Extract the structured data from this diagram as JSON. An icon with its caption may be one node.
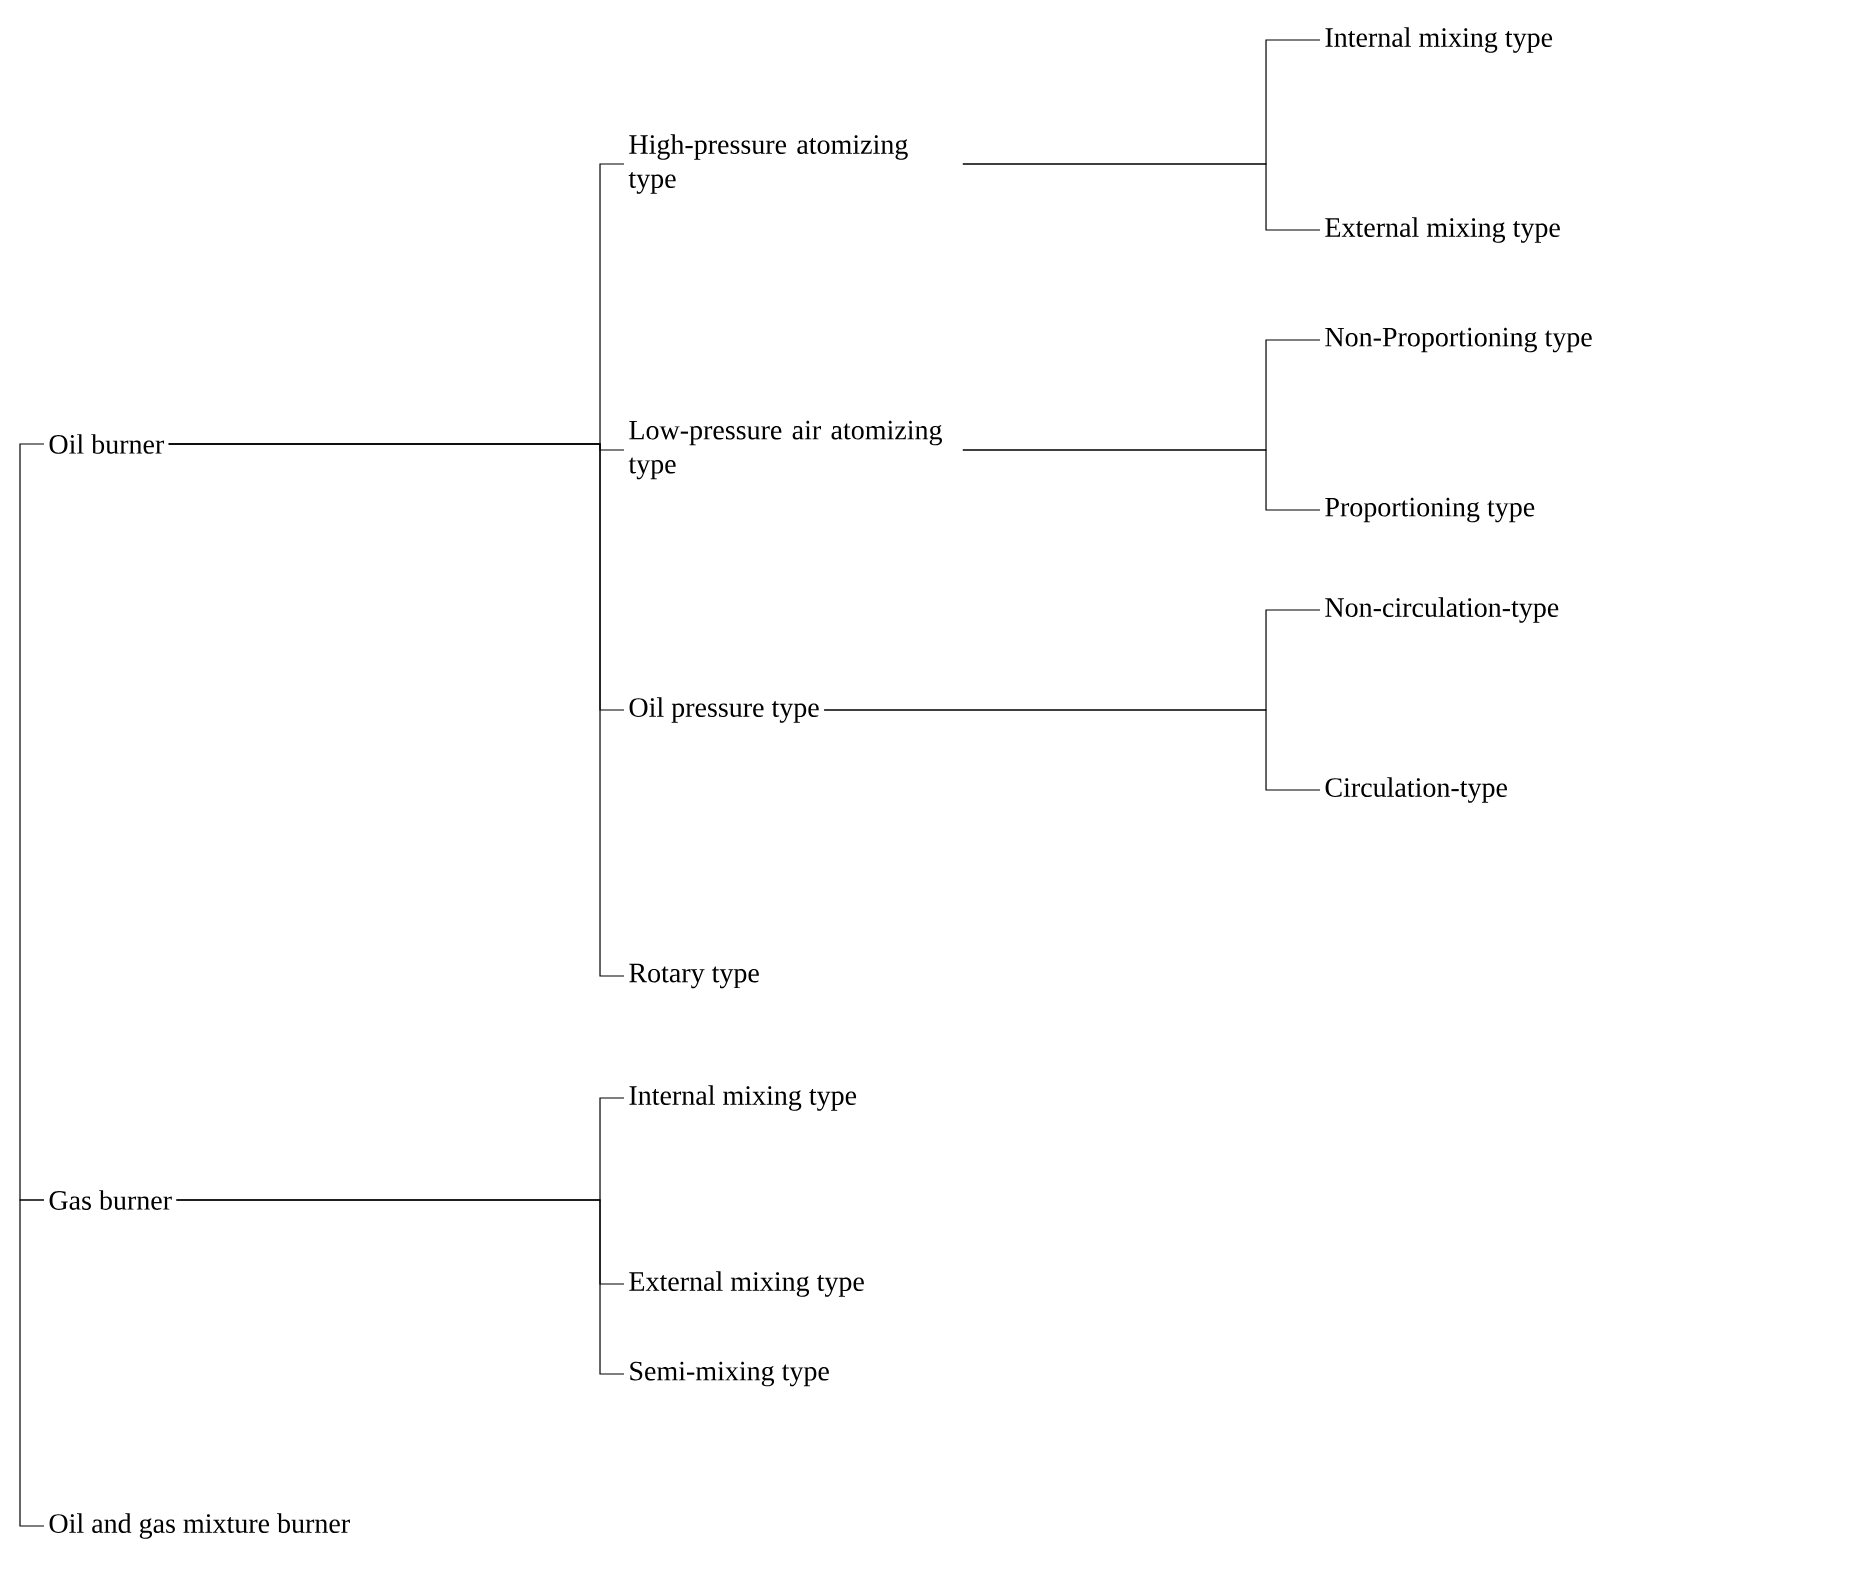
{
  "diagram": {
    "nodes": [
      {
        "text": [
          "Oil burner"
        ]
      },
      {
        "text": [
          "High-pressure atomizing type"
        ]
      },
      {
        "text": [
          "Internal mixing type"
        ]
      },
      {
        "text": [
          "External mixing type"
        ]
      },
      {
        "text": [
          "Low-pressure air atomizing type"
        ]
      },
      {
        "text": [
          "Non-Proportioning type"
        ]
      },
      {
        "text": [
          "Proportioning type"
        ]
      },
      {
        "text": [
          "Oil pressure type"
        ]
      },
      {
        "text": [
          "Non-circulation-type"
        ]
      },
      {
        "text": [
          "Circulation-type"
        ]
      },
      {
        "text": [
          "Rotary type"
        ]
      },
      {
        "text": [
          "Gas burner"
        ]
      },
      {
        "text": [
          "Internal mixing type"
        ]
      },
      {
        "text": [
          "External mixing type"
        ]
      },
      {
        "text": [
          "Semi-mixing type"
        ]
      },
      {
        "text": [
          "Oil and gas mixture burner"
        ]
      }
    ],
    "edges": [
      {
        "from": 0,
        "to": 11,
        "arrow": "none"
      },
      {
        "from": 11,
        "to": 15,
        "arrow": "none"
      },
      {
        "from": 0,
        "to": 1,
        "arrow": "none"
      },
      {
        "from": 0,
        "to": 4,
        "arrow": "none"
      },
      {
        "from": 0,
        "to": 7,
        "arrow": "none"
      },
      {
        "from": 0,
        "to": 10,
        "arrow": "none"
      },
      {
        "from": 1,
        "to": 2,
        "arrow": "none"
      },
      {
        "from": 1,
        "to": 3,
        "arrow": "none"
      },
      {
        "from": 4,
        "to": 5,
        "arrow": "none"
      },
      {
        "from": 4,
        "to": 6,
        "arrow": "none"
      },
      {
        "from": 7,
        "to": 8,
        "arrow": "none"
      },
      {
        "from": 7,
        "to": 9,
        "arrow": "none"
      },
      {
        "from": 11,
        "to": 12,
        "arrow": "none"
      },
      {
        "from": 11,
        "to": 13,
        "arrow": "none"
      },
      {
        "from": 11,
        "to": 14,
        "arrow": "none"
      }
    ]
  }
}
